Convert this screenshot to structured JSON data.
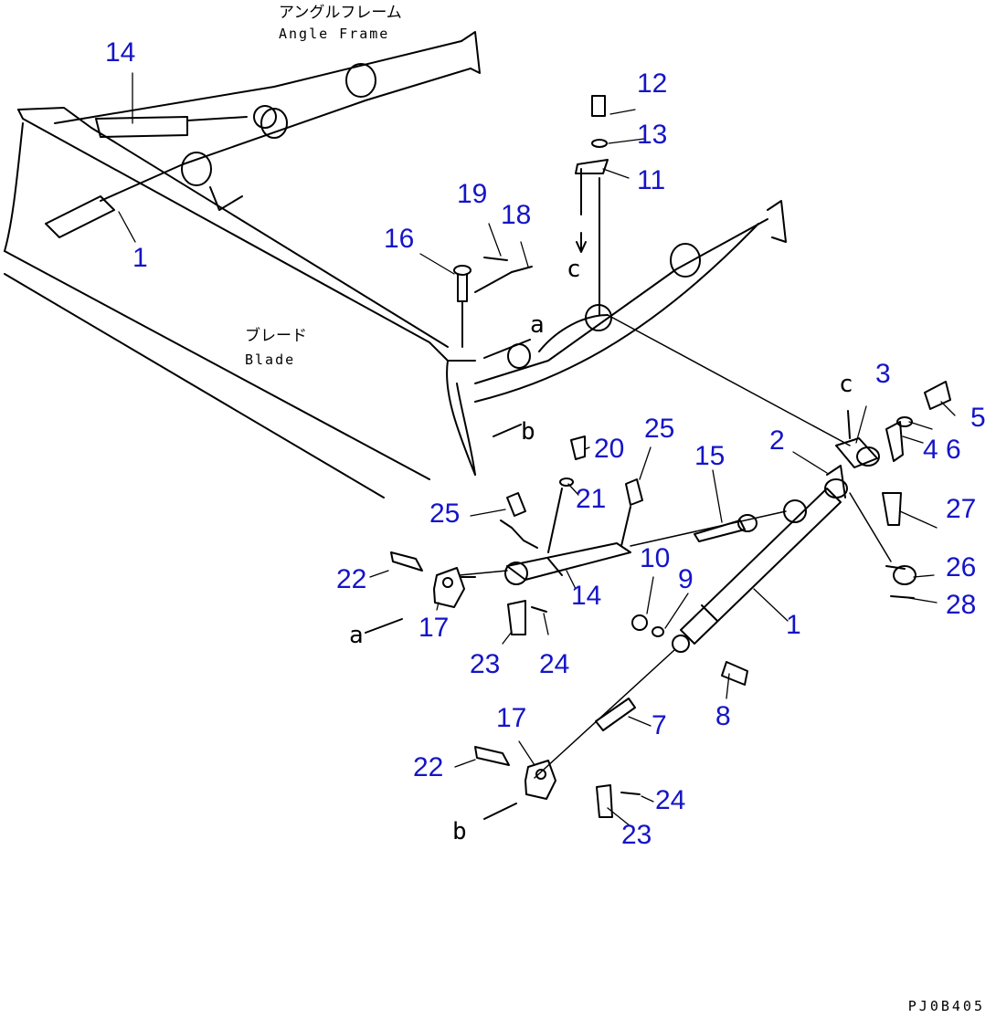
{
  "labels": {
    "angle_frame_jp": "アングルフレーム",
    "angle_frame_en": "Angle Frame",
    "blade_jp": "ブレード",
    "blade_en": "Blade"
  },
  "callouts": {
    "p1_top": "1",
    "p1_bottom": "1",
    "p2": "2",
    "p3": "3",
    "p4": "4",
    "p5": "5",
    "p6": "6",
    "p7": "7",
    "p8": "8",
    "p9": "9",
    "p10": "10",
    "p11": "11",
    "p12": "12",
    "p13": "13",
    "p14_top": "14",
    "p14_mid": "14",
    "p15": "15",
    "p16": "16",
    "p17_upper": "17",
    "p17_lower": "17",
    "p18": "18",
    "p19": "19",
    "p20": "20",
    "p21": "21",
    "p22_upper": "22",
    "p22_lower": "22",
    "p23_upper": "23",
    "p23_lower": "23",
    "p24_upper": "24",
    "p24_lower": "24",
    "p25_left": "25",
    "p25_right": "25",
    "p26": "26",
    "p27": "27",
    "p28": "28"
  },
  "refs": {
    "a_top": "a",
    "a_bottom": "a",
    "b_top": "b",
    "b_bottom": "b",
    "c_left": "c",
    "c_right": "c"
  },
  "drawing_code": "PJ0B405"
}
